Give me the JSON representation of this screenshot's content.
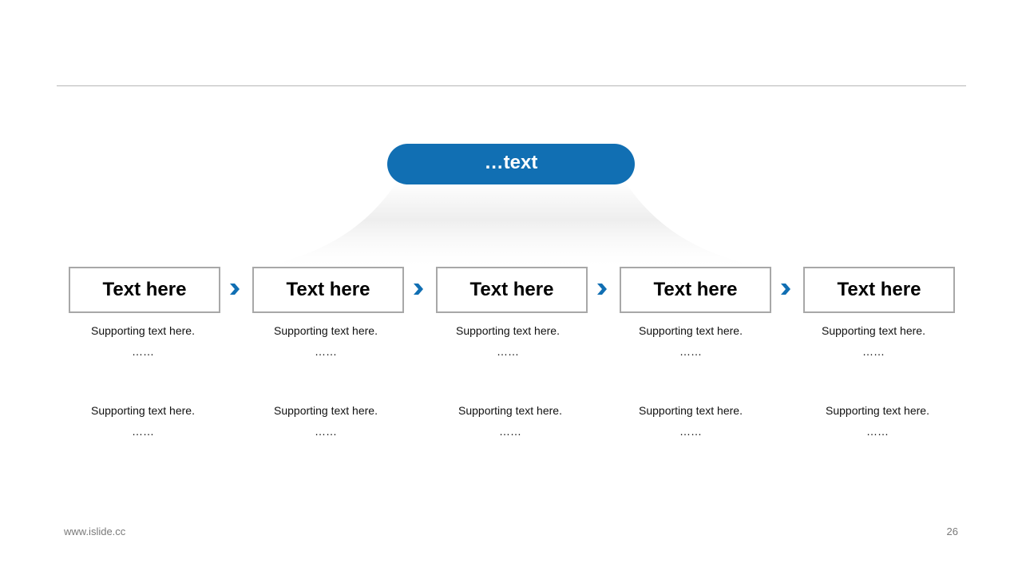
{
  "header": {
    "title": "…text"
  },
  "steps": [
    {
      "label": "Text here"
    },
    {
      "label": "Text here"
    },
    {
      "label": "Text here"
    },
    {
      "label": "Text here"
    },
    {
      "label": "Text here"
    }
  ],
  "support_rows": [
    [
      {
        "text": "Supporting text here.",
        "dots": "……"
      },
      {
        "text": "Supporting text here.",
        "dots": "……"
      },
      {
        "text": "Supporting text here.",
        "dots": "……"
      },
      {
        "text": "Supporting text here.",
        "dots": "……"
      },
      {
        "text": "Supporting text here.",
        "dots": "……"
      }
    ],
    [
      {
        "text": "Supporting text here.",
        "dots": "……"
      },
      {
        "text": "Supporting text here.",
        "dots": "……"
      },
      {
        "text": "Supporting text here.",
        "dots": "……"
      },
      {
        "text": "Supporting text here.",
        "dots": "……"
      },
      {
        "text": "Supporting text here.",
        "dots": "……"
      }
    ]
  ],
  "footer": {
    "website": "www.islide.cc",
    "page_number": "26"
  },
  "colors": {
    "accent": "#116fb3",
    "box_border": "#a8a8a8",
    "rule": "#b7b7b7",
    "footer_text": "#7a7a7a"
  },
  "icons": {
    "step_connector": "chevron-right-icon"
  }
}
